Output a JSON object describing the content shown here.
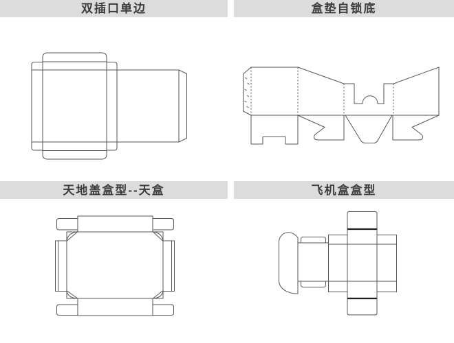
{
  "page": {
    "background": "#ffffff"
  },
  "colors": {
    "header_bg": "#dcdcdc",
    "header_text": "#3d3d3d",
    "line": "#555555",
    "bold_line": "#1c1c1c"
  },
  "panels": [
    {
      "id": "double-tuck-single-side",
      "title": "双插口单边"
    },
    {
      "id": "box-pad-self-lock-bottom",
      "title": "盒垫自锁底"
    },
    {
      "id": "top-bottom-lid-box-top",
      "title": "天地盖盒型--天盒"
    },
    {
      "id": "airplane-box",
      "title": "飞机盒盒型"
    }
  ]
}
